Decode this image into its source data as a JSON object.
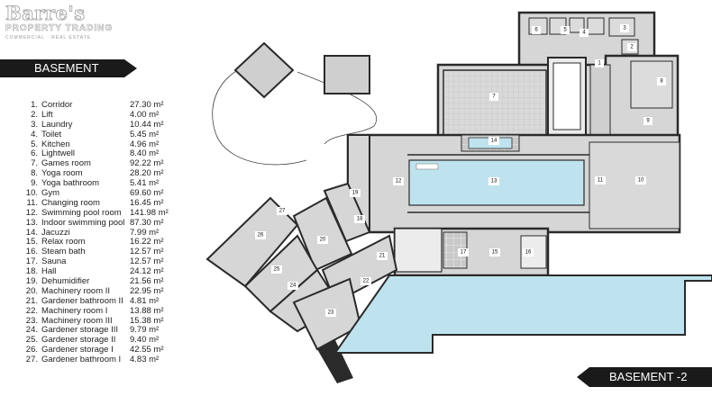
{
  "logo": {
    "title": "Barre's",
    "subtitle": "PROPERTY TRADING",
    "tagline": "COMMERCIAL · REAL ESTATE"
  },
  "banner_left": "BASEMENT",
  "banner_right": "BASEMENT -2",
  "legend": {
    "unit": "m²",
    "rooms": [
      {
        "num": "1.",
        "name": "Corridor",
        "area": "27.30"
      },
      {
        "num": "2.",
        "name": "Lift",
        "area": "4.00"
      },
      {
        "num": "3.",
        "name": "Laundry",
        "area": "10.44"
      },
      {
        "num": "4.",
        "name": "Toilet",
        "area": "5.45"
      },
      {
        "num": "5.",
        "name": "Kitchen",
        "area": "4.96"
      },
      {
        "num": "6.",
        "name": "Lightwell",
        "area": "8.40"
      },
      {
        "num": "7.",
        "name": "Games room",
        "area": "92.22"
      },
      {
        "num": "8.",
        "name": "Yoga room",
        "area": "28.20"
      },
      {
        "num": "9.",
        "name": "Yoga bathroom",
        "area": "5.41"
      },
      {
        "num": "10.",
        "name": "Gym",
        "area": "69.60"
      },
      {
        "num": "11.",
        "name": "Changing room",
        "area": "16.45"
      },
      {
        "num": "12.",
        "name": "Swimming pool room",
        "area": "141.98"
      },
      {
        "num": "13.",
        "name": "Indoor swimming pool",
        "area": "87.30"
      },
      {
        "num": "14.",
        "name": "Jacuzzi",
        "area": "7.99"
      },
      {
        "num": "15.",
        "name": "Relax room",
        "area": "16.22"
      },
      {
        "num": "16.",
        "name": "Steam bath",
        "area": "12.57"
      },
      {
        "num": "17.",
        "name": "Sauna",
        "area": "12.57"
      },
      {
        "num": "18.",
        "name": "Hall",
        "area": "24.12"
      },
      {
        "num": "19.",
        "name": "Dehumidifier",
        "area": "21.56"
      },
      {
        "num": "20.",
        "name": "Machinery room II",
        "area": "22.95"
      },
      {
        "num": "21.",
        "name": "Gardener bathroom II",
        "area": "4.81"
      },
      {
        "num": "22.",
        "name": "Machinery room I",
        "area": "13.88"
      },
      {
        "num": "23.",
        "name": "Machinery room III",
        "area": "15.38"
      },
      {
        "num": "24.",
        "name": "Gardener storage III",
        "area": "9.79"
      },
      {
        "num": "25.",
        "name": "Gardener storage II",
        "area": "9.40"
      },
      {
        "num": "26.",
        "name": "Gardener storage I",
        "area": "42.55"
      },
      {
        "num": "27.",
        "name": "Gardener bathroom I",
        "area": "4.83"
      }
    ]
  },
  "plan_labels": {
    "r1": "1",
    "r2": "2",
    "r3": "3",
    "r4": "4",
    "r5": "5",
    "r6": "6",
    "r7": "7",
    "r8": "8",
    "r9": "9",
    "r10": "10",
    "r11": "11",
    "r12": "12",
    "r13": "13",
    "r14": "14",
    "r15": "15",
    "r16": "16",
    "r17": "17",
    "r18": "18",
    "r19": "19",
    "r20": "20",
    "r21": "21",
    "r22": "22",
    "r23": "23",
    "r24": "24",
    "r25": "25",
    "r26": "26",
    "r27": "27"
  },
  "colors": {
    "floor": "#d6d6d6",
    "wall": "#2a2a2a",
    "pool": "#bfe3ee",
    "light": "#ececec",
    "label_bg": "#ffffff"
  }
}
